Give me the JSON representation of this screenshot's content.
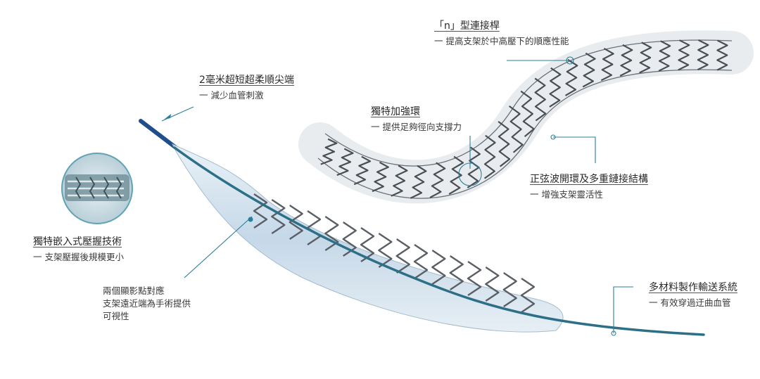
{
  "callouts": {
    "tip": {
      "title": "2毫米超短超柔順尖端",
      "desc": "一 減少血管刺激"
    },
    "n_link": {
      "title": "「n」型連接桿",
      "desc": "一 提高支架於中高壓下的順應性能"
    },
    "ring": {
      "title": "獨特加強環",
      "desc": "一 提供足夠徑向支撐力"
    },
    "sine": {
      "title": "正弦波開環及多重鏈接結構",
      "desc": "一 增強支架靈活性"
    },
    "embedded": {
      "title": "獨特嵌入式壓握技術",
      "desc": "一 支架壓握後規模更小"
    },
    "markers": {
      "lines": [
        "兩個顯影點對應",
        "支架遠近端為手術提供",
        "可視性"
      ]
    },
    "delivery": {
      "title": "多材料製作輸送系統",
      "desc": "一 有效穿過迂曲血管"
    }
  },
  "colors": {
    "accent": "#2a7f99",
    "catheter": "#2d6f86",
    "tip": "#1f4f8a",
    "balloon": "#cfe0ee",
    "strut": "#4a4f55"
  }
}
